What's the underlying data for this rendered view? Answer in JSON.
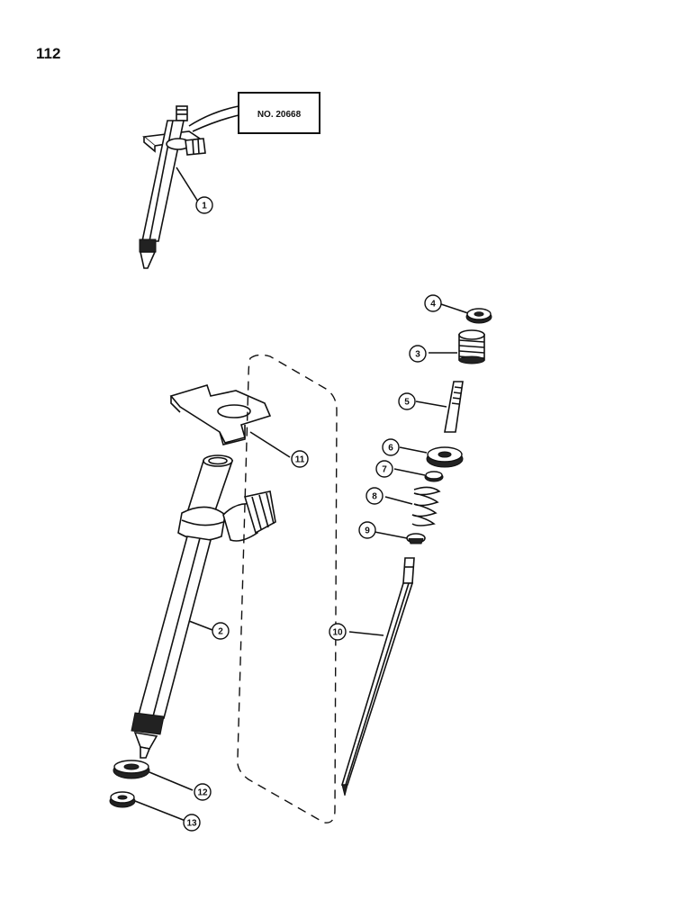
{
  "page": {
    "number": "112"
  },
  "callout": {
    "label": "NO. 20668"
  },
  "parts": [
    {
      "number": "1"
    },
    {
      "number": "2"
    },
    {
      "number": "3"
    },
    {
      "number": "4"
    },
    {
      "number": "5"
    },
    {
      "number": "6"
    },
    {
      "number": "7"
    },
    {
      "number": "8"
    },
    {
      "number": "9"
    },
    {
      "number": "10"
    },
    {
      "number": "11"
    },
    {
      "number": "12"
    },
    {
      "number": "13"
    }
  ]
}
